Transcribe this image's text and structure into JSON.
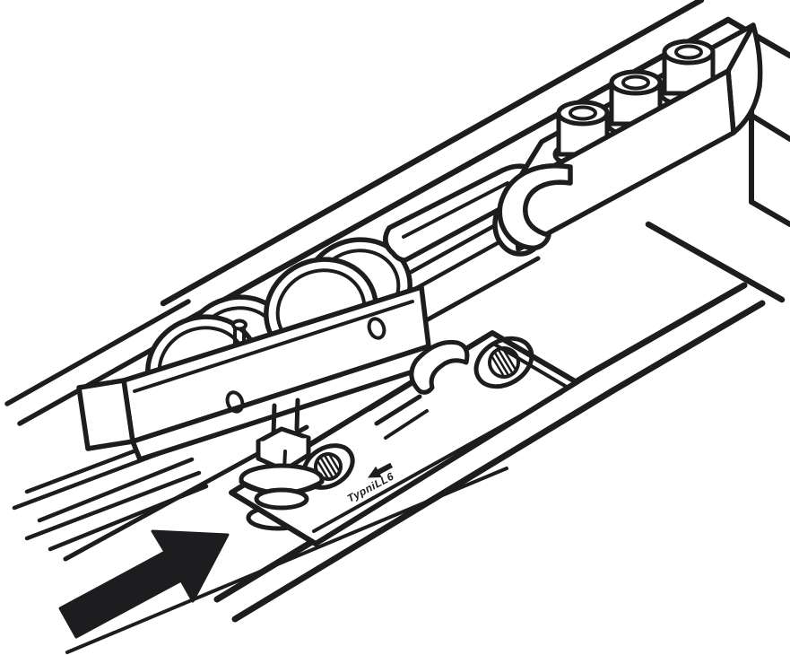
{
  "illustration": {
    "embossed_text": "TypniLL6",
    "colors": {
      "line": "#1d1d1f",
      "background": "#ffffff"
    },
    "arrows": {
      "push_direction": "up-right",
      "engraved_direction": "left"
    },
    "parts": [
      "fascia-panel",
      "running-track",
      "track-rail-lines",
      "soft-close-retention-unit",
      "damper-cylinders",
      "spring-clip",
      "activator-lever",
      "damper-disc",
      "roller-carriage",
      "roller-wheels",
      "suspension-bolt",
      "hex-nut",
      "washer",
      "door-suspension-plate",
      "fixing-screws",
      "clip-receiver",
      "door-panel",
      "direction-arrow",
      "embossed-marking"
    ]
  }
}
